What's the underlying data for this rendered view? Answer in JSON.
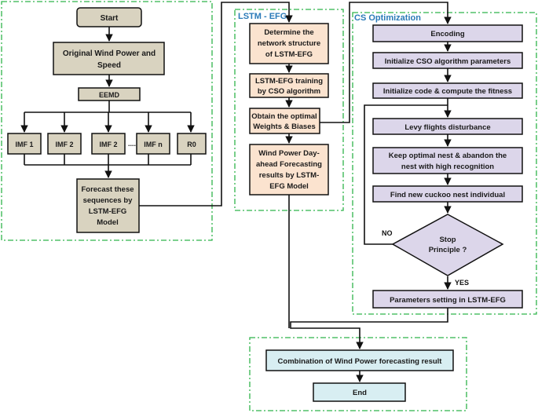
{
  "sections": {
    "left": "",
    "lstm": "LSTM - EFG",
    "cs": "CS Optimization",
    "bottom": ""
  },
  "nodes": {
    "start": "Start",
    "original": [
      "Original Wind Power and",
      "Speed"
    ],
    "eemd": "EEMD",
    "imf1": "IMF 1",
    "imf2a": "IMF 2",
    "imf2b": "IMF 2",
    "dots": ".....",
    "imfn": "IMF n",
    "r0": "R0",
    "forecast": [
      "Forecast these",
      "sequences by",
      "LSTM-EFG",
      "Model"
    ],
    "determine": [
      "Determine the",
      "network structure",
      "of LSTM-EFG"
    ],
    "training": [
      "LSTM-EFG training",
      "by  CSO  algorithm"
    ],
    "obtain": [
      "Obtain the optimal",
      "Weights & Biases"
    ],
    "windday": [
      "Wind Power Day-",
      "ahead Forecasting",
      "results by LSTM-",
      "EFG Model"
    ],
    "encoding": "Encoding",
    "init_params": "Initialize CSO algorithm parameters",
    "init_code": "Initialize code & compute the fitness",
    "levy": "Levy flights disturbance",
    "keep": [
      "Keep optimal nest & abandon the",
      "nest with high recognition"
    ],
    "find": "Find new cuckoo nest individual",
    "stop": [
      "Stop",
      "Principle ?"
    ],
    "params_setting": "Parameters setting in LSTM-EFG",
    "combination": "Combination of Wind Power forecasting result",
    "end": "End"
  },
  "edge_labels": {
    "no": "NO",
    "yes": "YES"
  },
  "colors": {
    "tan_box": "#d9d3c0",
    "peach_box": "#fbe3cf",
    "lavender_box": "#dcd6ea",
    "lightblue_box": "#d8eef2",
    "section_border": "#2fb34a",
    "section_title": "#2a7ab8"
  }
}
